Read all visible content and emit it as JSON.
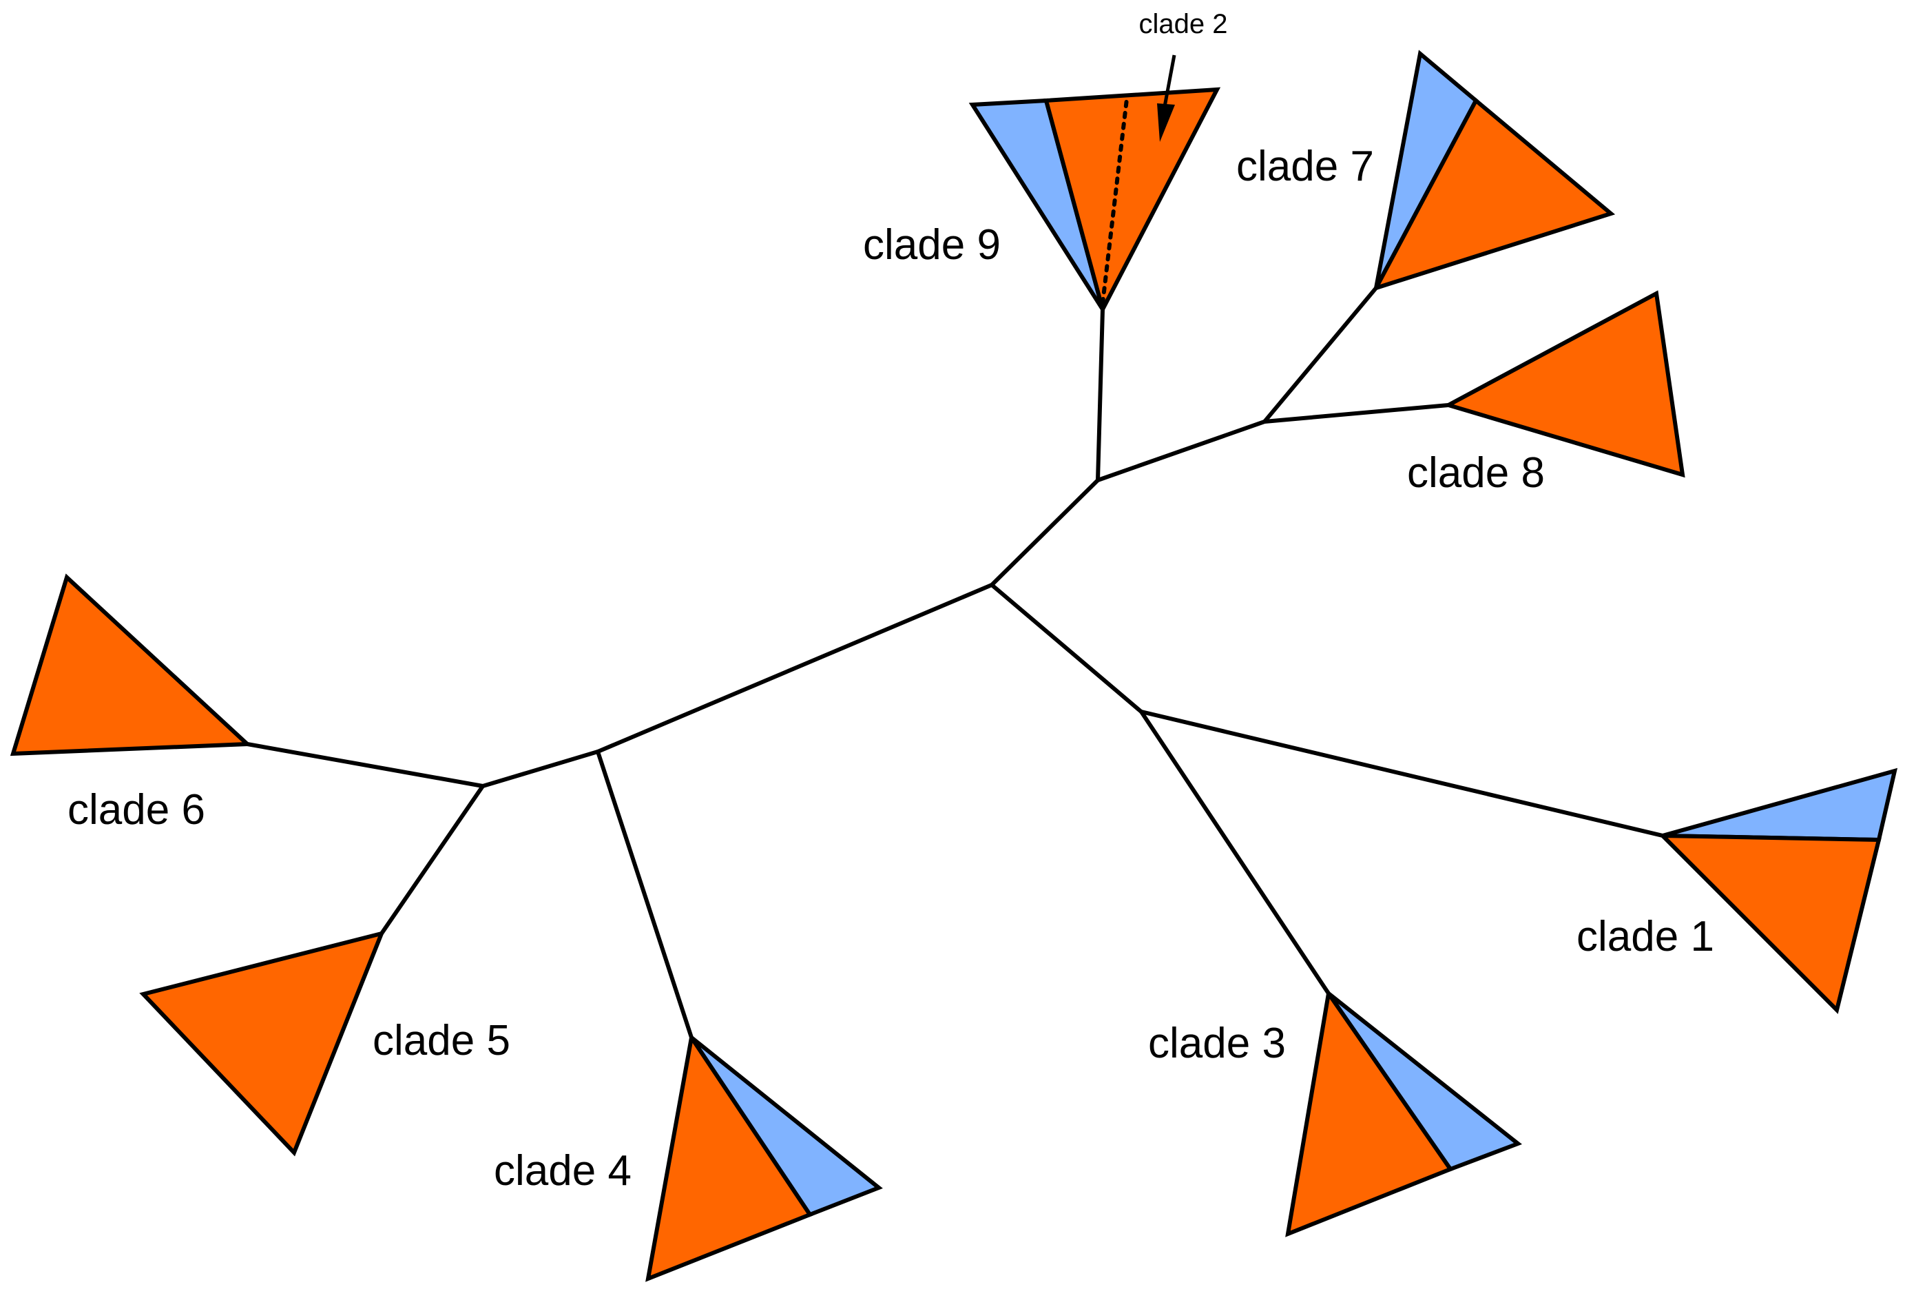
{
  "colors": {
    "orange": "#ff6600",
    "blue": "#80b3ff",
    "line": "#000000",
    "background": "#ffffff"
  },
  "labels": {
    "clade1": "clade 1",
    "clade2": "clade 2",
    "clade3": "clade 3",
    "clade4": "clade 4",
    "clade5": "clade 5",
    "clade6": "clade 6",
    "clade7": "clade 7",
    "clade8": "clade 8",
    "clade9": "clade 9"
  }
}
